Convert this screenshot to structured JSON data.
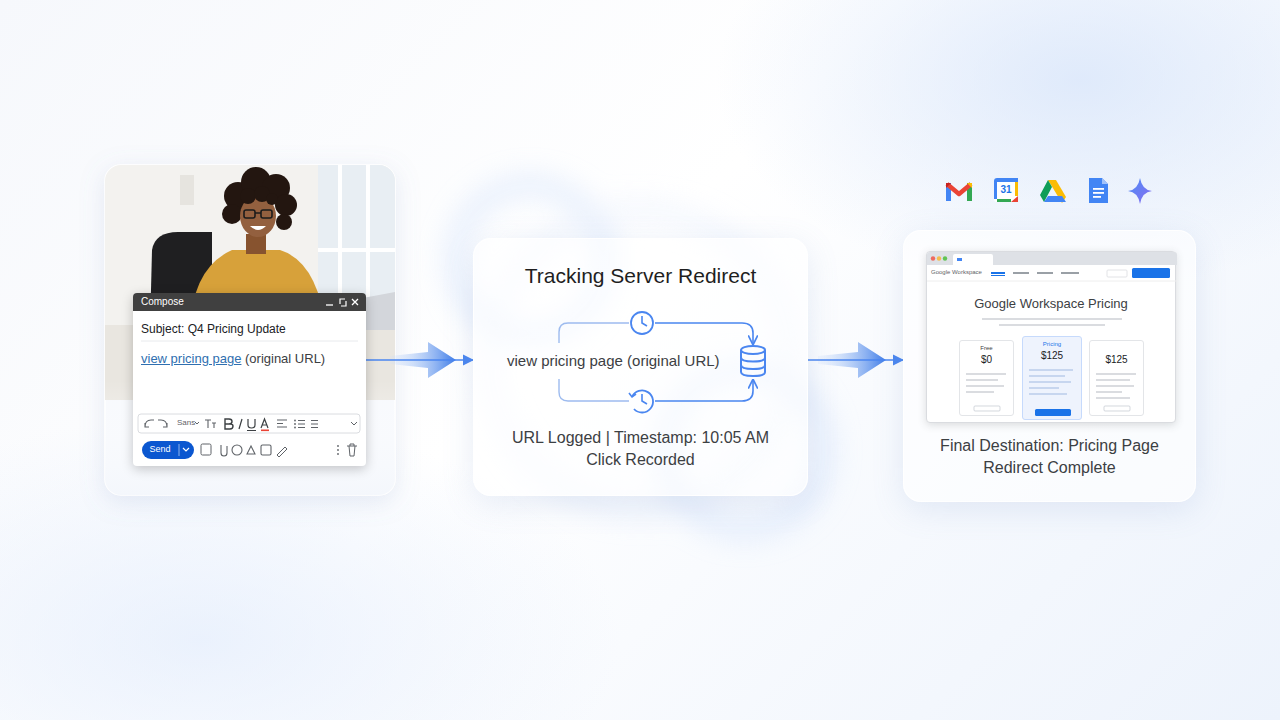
{
  "diagram": {
    "nodes": [
      {
        "text": [
          "Compose",
          "Subject: Q4 Pricing Update",
          "view pricing page",
          "(original URL)",
          "Sans",
          "Send"
        ]
      },
      {
        "text": [
          "Tracking Server Redirect",
          "view pricing page (original URL)",
          "URL Logged | Timestamp: 10:05 AM Click Recorded"
        ]
      },
      {
        "text": [
          "Final Destination: Pricing Page Redirect Complete"
        ]
      },
      {
        "text": [
          "Google Workspace Pricing"
        ],
        "in": 2
      },
      {
        "text": [
          "Free",
          "$0"
        ],
        "in": 3
      },
      {
        "text": [
          "Pricing",
          "$125"
        ],
        "in": 3
      },
      {
        "text": [
          "$125"
        ],
        "in": 3
      }
    ],
    "edges": [
      {
        "from": 0,
        "to": 1,
        "arrow": "to"
      },
      {
        "from": 1,
        "to": 2,
        "arrow": "to"
      }
    ],
    "labels": [
      "31",
      "Google Workspace"
    ]
  }
}
